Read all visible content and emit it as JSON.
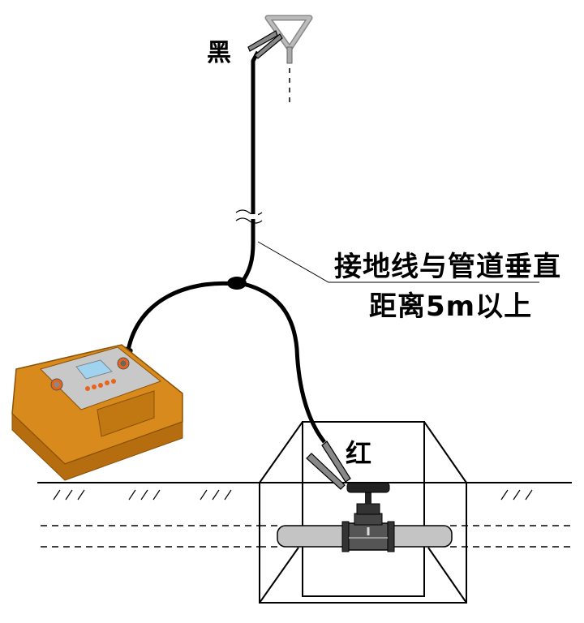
{
  "diagram": {
    "type": "grounding-resistance-test-setup",
    "labels": {
      "black_clip": "黑",
      "red_clip": "红",
      "note_line1": "接地线与管道垂直",
      "note_line2": "距离5m以上"
    },
    "ground_hatch_marks": [
      "///",
      "///",
      "///",
      "///"
    ],
    "components": [
      "tester",
      "ground-stake",
      "black-clip",
      "red-clip",
      "valve",
      "pipe",
      "pit"
    ],
    "colors": {
      "tester_body": "#d98a1c",
      "tester_panel": "#c8c8c8",
      "tester_screen": "#9fd3f0",
      "tester_accent": "#e8641a",
      "cable": "#000000",
      "stake": "#a8a8a8",
      "pipe": "#c4c4c4",
      "valve": "#333333"
    }
  }
}
